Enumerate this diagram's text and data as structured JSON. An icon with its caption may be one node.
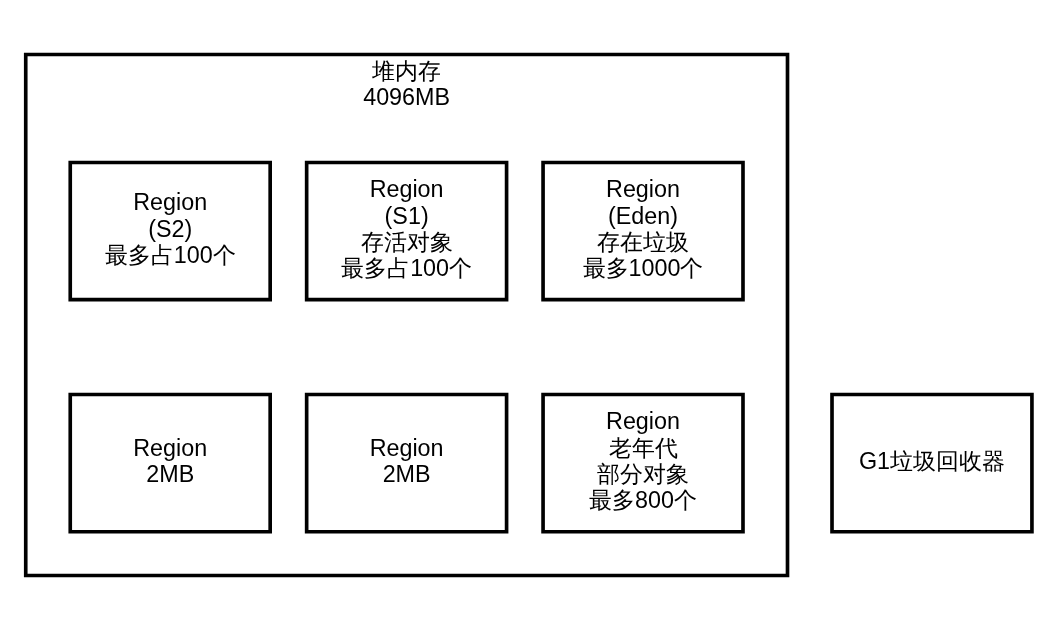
{
  "diagram": {
    "nodes": [
      {
        "text": [
          "堆内存",
          "4096MB"
        ]
      },
      {
        "text": [
          "Region",
          "(Eden)",
          "存在垃圾",
          "最多1000个"
        ],
        "in": 0
      },
      {
        "text": [
          "Region",
          "(S1)",
          "存活对象",
          "最多占100个"
        ],
        "in": 0
      },
      {
        "text": [
          "Region",
          "(S2)",
          "最多占100个"
        ],
        "in": 0
      },
      {
        "text": [
          "Region",
          "老年代",
          "部分对象",
          "最多800个"
        ],
        "in": 0
      },
      {
        "text": [
          "Region",
          "2MB"
        ],
        "in": 0
      },
      {
        "text": [
          "Region",
          "2MB"
        ],
        "in": 0
      },
      {
        "text": [
          "G1垃圾回收器"
        ]
      }
    ],
    "edges": []
  }
}
